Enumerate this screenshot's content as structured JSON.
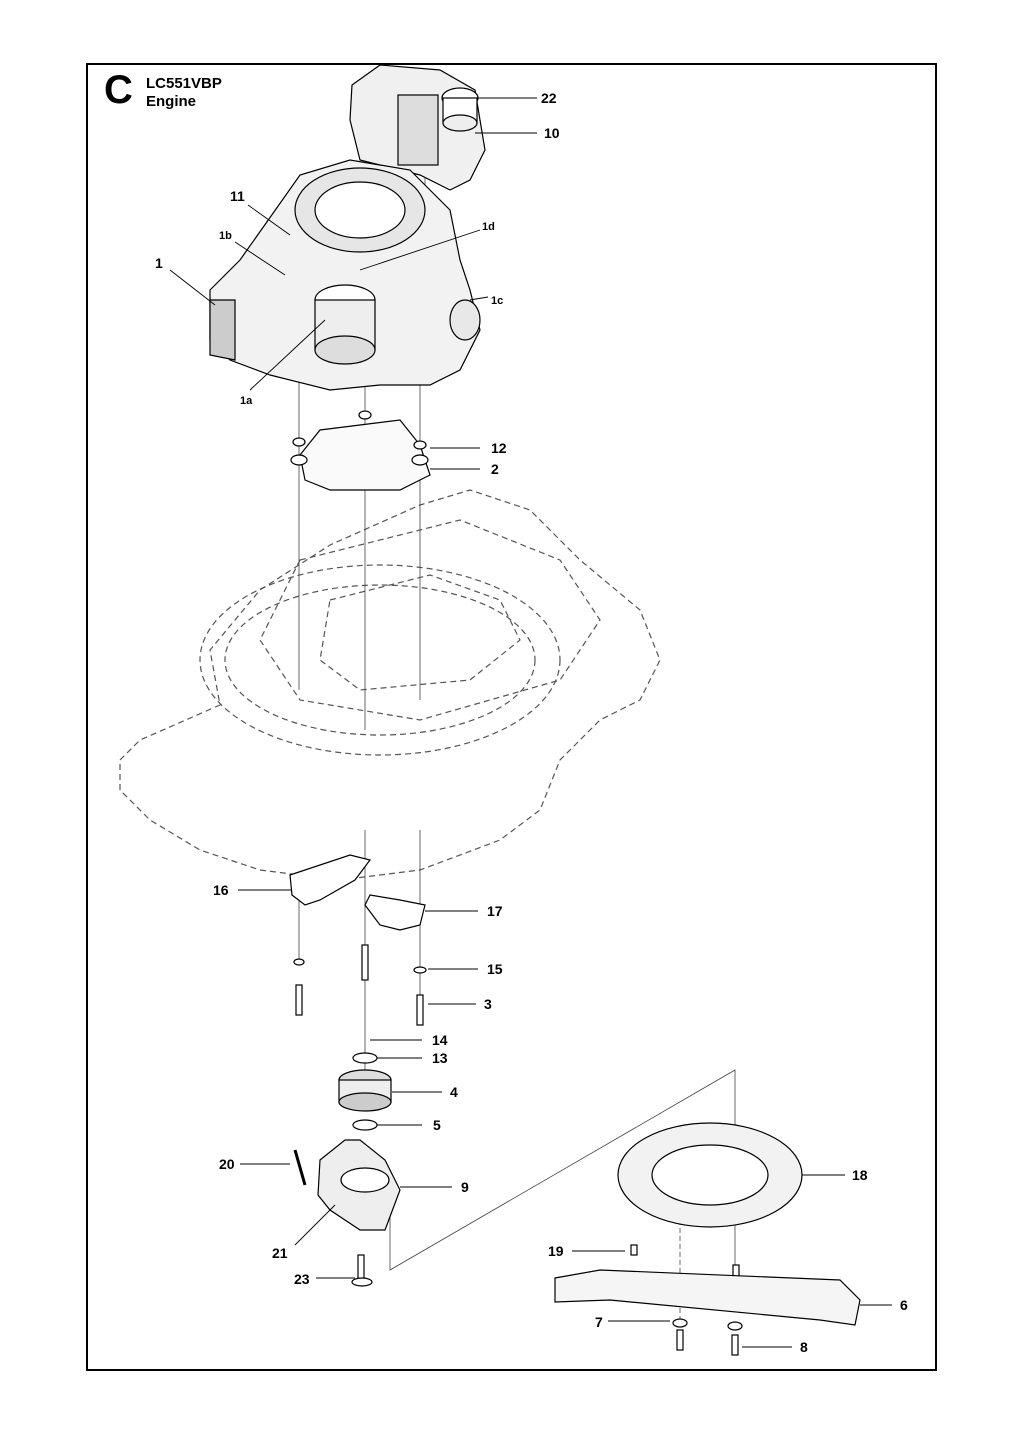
{
  "header": {
    "letter": "C",
    "model": "LC551VBP",
    "name": "Engine"
  },
  "parts": [
    {
      "id": "p22",
      "num": "22"
    },
    {
      "id": "p10",
      "num": "10"
    },
    {
      "id": "p11",
      "num": "11"
    },
    {
      "id": "p1d",
      "num": "1d"
    },
    {
      "id": "p1b",
      "num": "1b"
    },
    {
      "id": "p1",
      "num": "1"
    },
    {
      "id": "p1c",
      "num": "1c"
    },
    {
      "id": "p1a",
      "num": "1a"
    },
    {
      "id": "p12",
      "num": "12"
    },
    {
      "id": "p2",
      "num": "2"
    },
    {
      "id": "p16",
      "num": "16"
    },
    {
      "id": "p17",
      "num": "17"
    },
    {
      "id": "p15",
      "num": "15"
    },
    {
      "id": "p3",
      "num": "3"
    },
    {
      "id": "p14",
      "num": "14"
    },
    {
      "id": "p13",
      "num": "13"
    },
    {
      "id": "p4",
      "num": "4"
    },
    {
      "id": "p5",
      "num": "5"
    },
    {
      "id": "p20",
      "num": "20"
    },
    {
      "id": "p9",
      "num": "9"
    },
    {
      "id": "p18",
      "num": "18"
    },
    {
      "id": "p21",
      "num": "21"
    },
    {
      "id": "p19",
      "num": "19"
    },
    {
      "id": "p23",
      "num": "23"
    },
    {
      "id": "p6",
      "num": "6"
    },
    {
      "id": "p7",
      "num": "7"
    },
    {
      "id": "p8",
      "num": "8"
    }
  ]
}
